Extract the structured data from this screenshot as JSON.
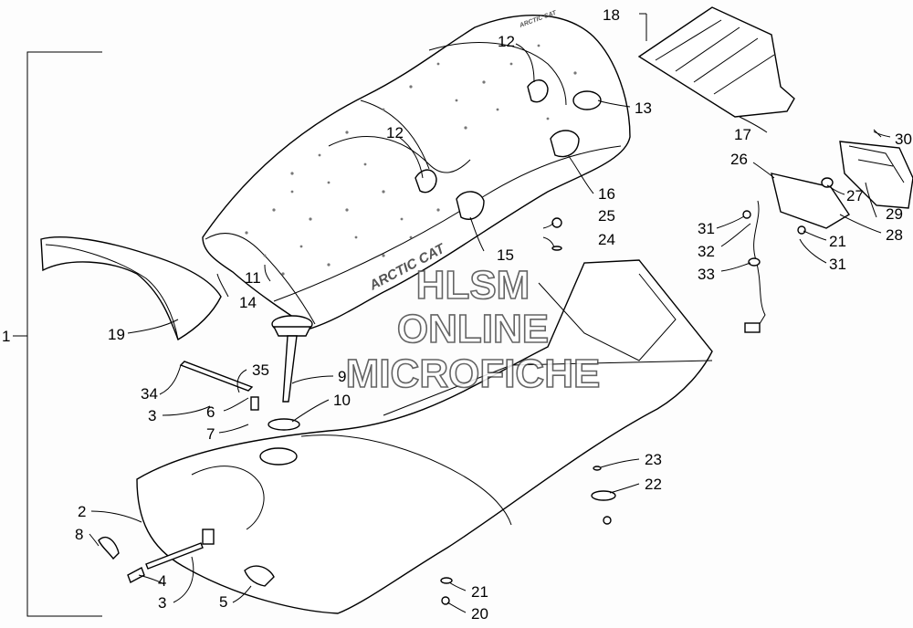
{
  "diagram": {
    "callouts": [
      {
        "id": "c1",
        "label": "1"
      },
      {
        "id": "c2",
        "label": "2"
      },
      {
        "id": "c3a",
        "label": "3"
      },
      {
        "id": "c3b",
        "label": "3"
      },
      {
        "id": "c4",
        "label": "4"
      },
      {
        "id": "c5",
        "label": "5"
      },
      {
        "id": "c6",
        "label": "6"
      },
      {
        "id": "c7",
        "label": "7"
      },
      {
        "id": "c8",
        "label": "8"
      },
      {
        "id": "c9",
        "label": "9"
      },
      {
        "id": "c10",
        "label": "10"
      },
      {
        "id": "c11",
        "label": "11"
      },
      {
        "id": "c12a",
        "label": "12"
      },
      {
        "id": "c12b",
        "label": "12"
      },
      {
        "id": "c13",
        "label": "13"
      },
      {
        "id": "c14",
        "label": "14"
      },
      {
        "id": "c15",
        "label": "15"
      },
      {
        "id": "c16",
        "label": "16"
      },
      {
        "id": "c17",
        "label": "17"
      },
      {
        "id": "c18",
        "label": "18"
      },
      {
        "id": "c19",
        "label": "19"
      },
      {
        "id": "c20",
        "label": "20"
      },
      {
        "id": "c21a",
        "label": "21"
      },
      {
        "id": "c21b",
        "label": "21"
      },
      {
        "id": "c22",
        "label": "22"
      },
      {
        "id": "c23",
        "label": "23"
      },
      {
        "id": "c24",
        "label": "24"
      },
      {
        "id": "c25",
        "label": "25"
      },
      {
        "id": "c26",
        "label": "26"
      },
      {
        "id": "c27",
        "label": "27"
      },
      {
        "id": "c28",
        "label": "28"
      },
      {
        "id": "c29",
        "label": "29"
      },
      {
        "id": "c30",
        "label": "30"
      },
      {
        "id": "c31a",
        "label": "31"
      },
      {
        "id": "c31b",
        "label": "31"
      },
      {
        "id": "c32",
        "label": "32"
      },
      {
        "id": "c33",
        "label": "33"
      },
      {
        "id": "c34",
        "label": "34"
      },
      {
        "id": "c35",
        "label": "35"
      }
    ],
    "seat_logo": "ARCTIC CAT",
    "seat_tag": "ARCTIC CAT"
  },
  "watermark": {
    "line1": "HLSM",
    "line2": "ONLINE",
    "line3": "MICROFICHE"
  }
}
